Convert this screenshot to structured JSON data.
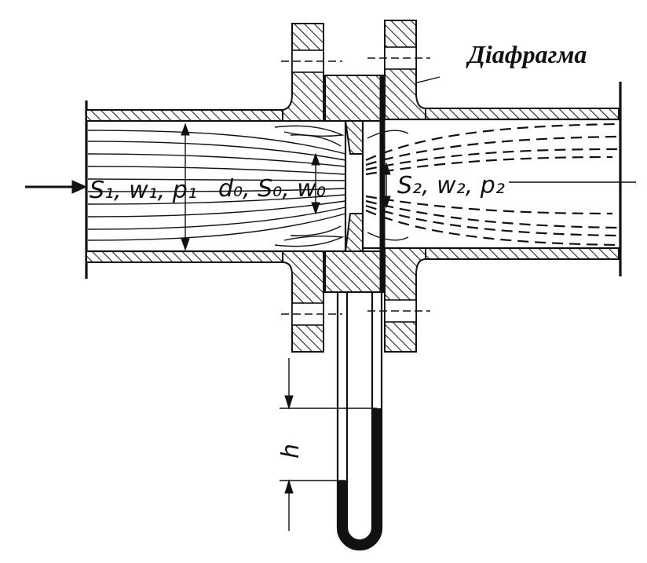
{
  "title": "Діафрагма",
  "labels": {
    "inlet": "S₁, w₁, p₁",
    "orifice": "d₀, S₀, w₀",
    "outlet": "S₂, w₂, p₂",
    "head": "h"
  },
  "colors": {
    "ink": "#111111",
    "paper": "#ffffff"
  }
}
